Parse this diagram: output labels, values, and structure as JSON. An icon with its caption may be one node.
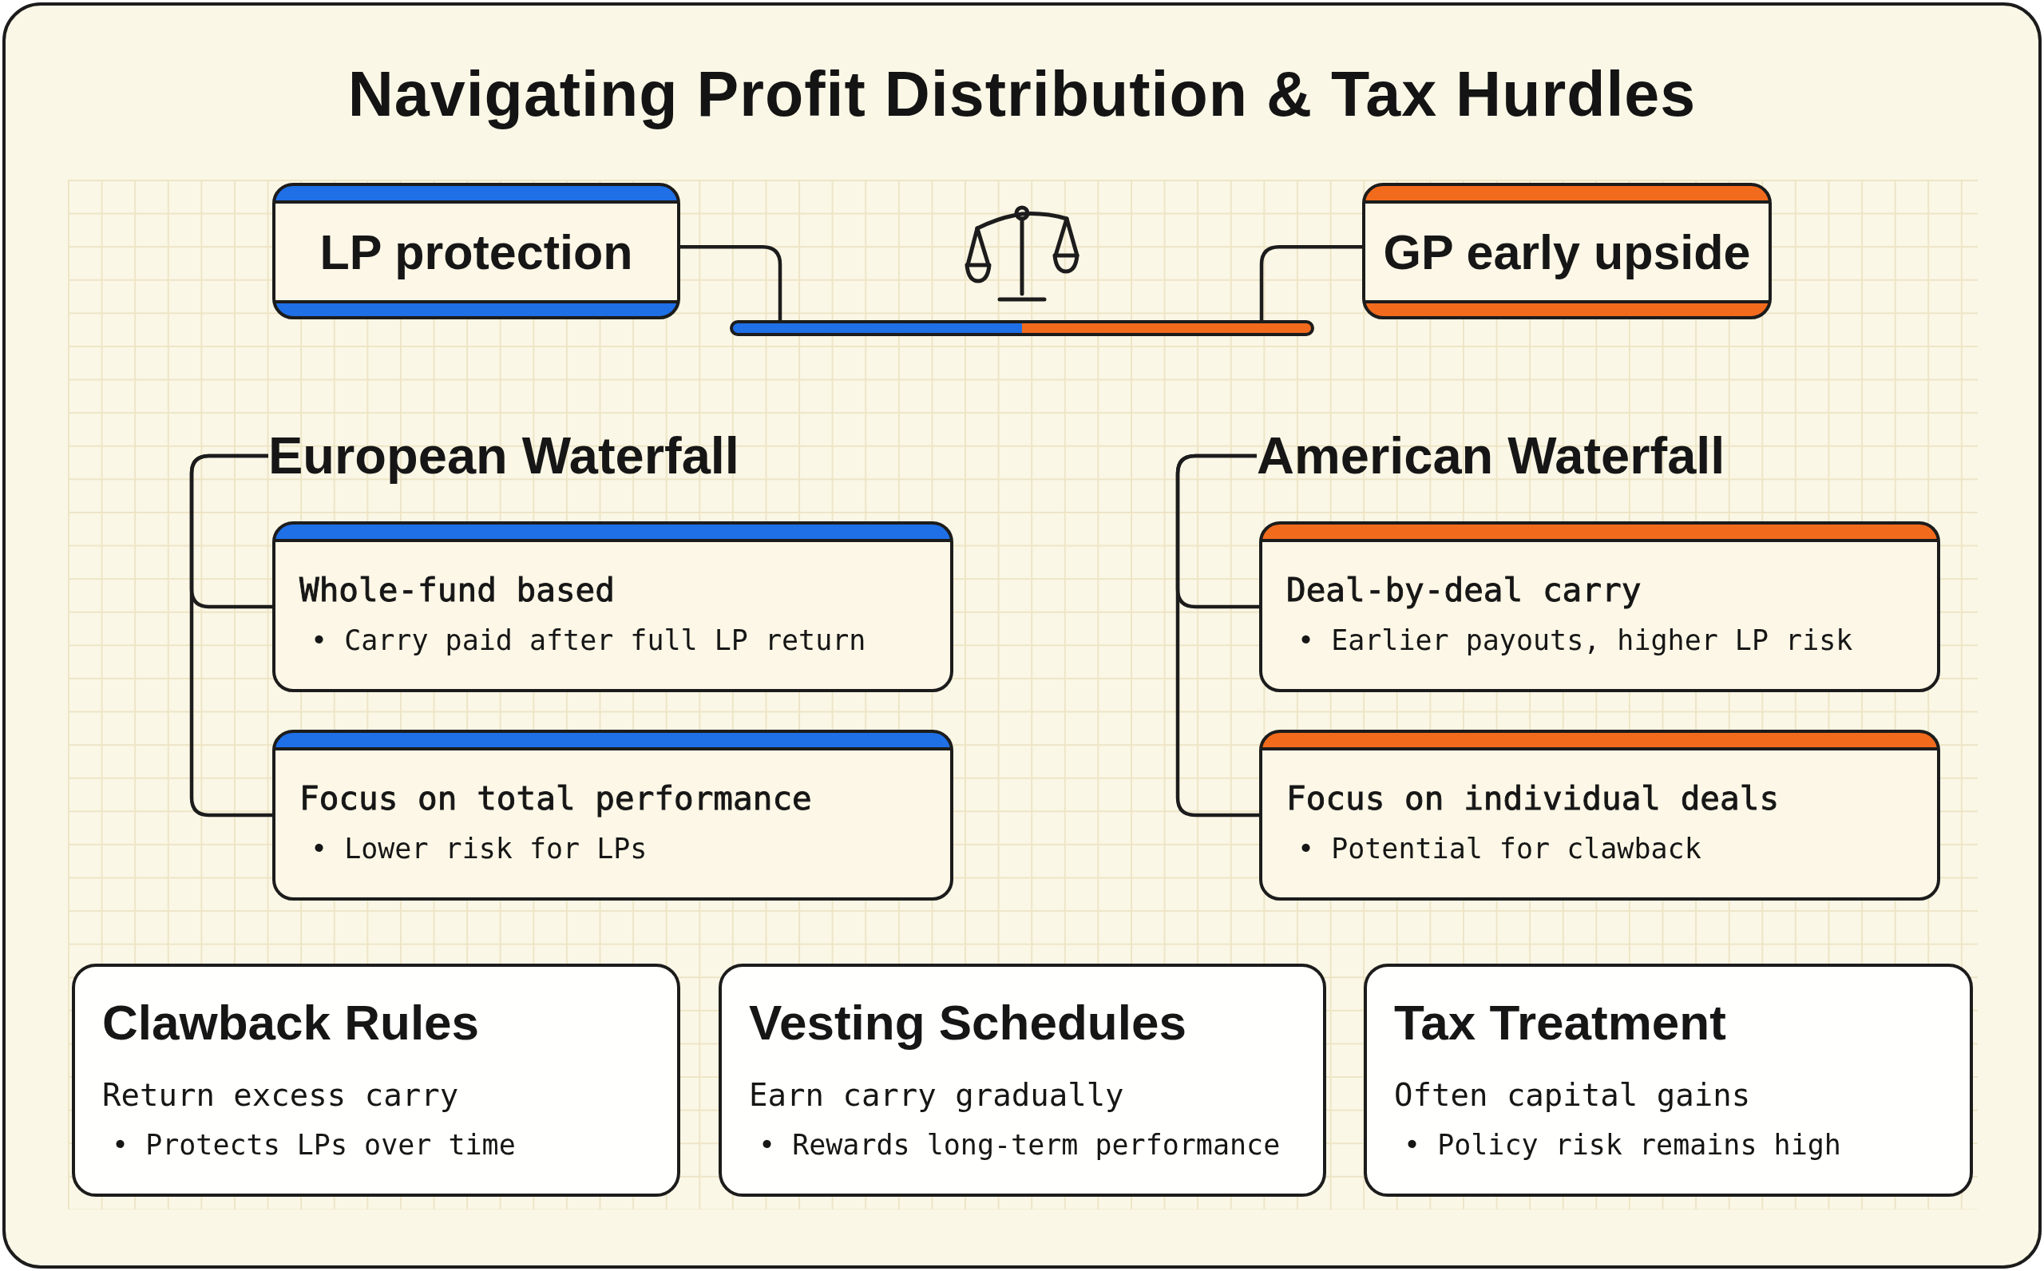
{
  "diagram": {
    "title": "Navigating Profit Distribution & Tax Hurdles",
    "nodes": [
      {
        "text": [
          "LP protection"
        ]
      },
      {
        "text": [
          "GP early upside"
        ]
      },
      {
        "text": [],
        "shape": "bar"
      },
      {
        "text": [
          "European Waterfall"
        ]
      },
      {
        "text": [
          "Whole-fund based",
          "• Carry paid after full LP return"
        ]
      },
      {
        "text": [
          "Focus on total performance",
          "• Lower risk for LPs"
        ]
      },
      {
        "text": [
          "American Waterfall"
        ]
      },
      {
        "text": [
          "Deal-by-deal carry",
          "• Earlier payouts, higher LP risk"
        ]
      },
      {
        "text": [
          "Focus on individual deals",
          "• Potential for clawback"
        ]
      },
      {
        "text": [
          "Clawback Rules",
          "Return excess carry",
          "• Protects LPs over time"
        ]
      },
      {
        "text": [
          "Vesting Schedules",
          "Earn carry gradually",
          "• Rewards long-term performance"
        ]
      },
      {
        "text": [
          "Tax Treatment",
          "Often capital gains",
          "• Policy risk remains high"
        ]
      }
    ],
    "edges": [
      {
        "from": 0,
        "to": 2,
        "arrow": "none"
      },
      {
        "from": 1,
        "to": 2,
        "arrow": "none"
      },
      {
        "from": 3,
        "to": 4,
        "arrow": "none"
      },
      {
        "from": 3,
        "to": 5,
        "arrow": "none"
      },
      {
        "from": 6,
        "to": 7,
        "arrow": "none"
      },
      {
        "from": 6,
        "to": 8,
        "arrow": "none"
      }
    ]
  }
}
